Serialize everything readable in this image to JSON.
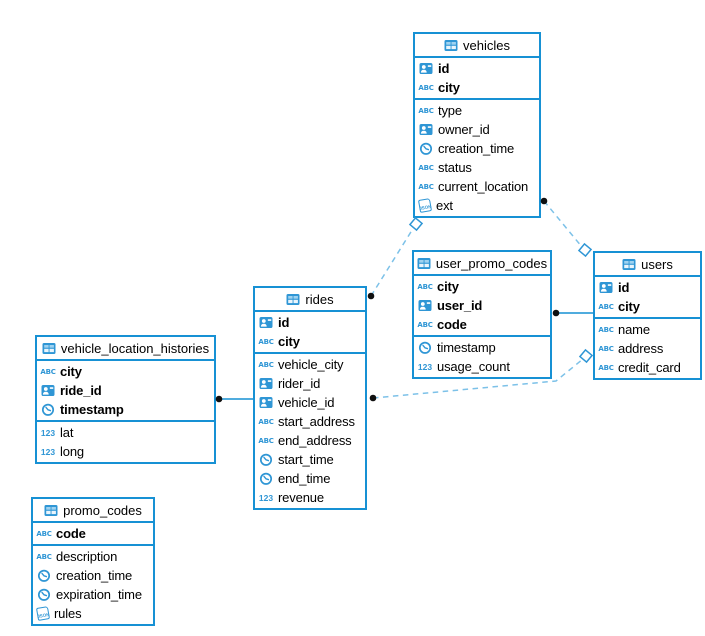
{
  "icons": {
    "text_label": "ABC",
    "number_label": "123",
    "json_label": "JSON"
  },
  "colors": {
    "table_border": "#1791d4",
    "icon_blue": "#2f96d5",
    "dashed_line": "#7cc1e8",
    "connector_dot": "#101010",
    "background": "#ffffff"
  },
  "tables": {
    "vehicles": {
      "title": "vehicles",
      "pk": [
        {
          "name": "id",
          "type": "user"
        },
        {
          "name": "city",
          "type": "text"
        }
      ],
      "cols": [
        {
          "name": "type",
          "type": "text"
        },
        {
          "name": "owner_id",
          "type": "user"
        },
        {
          "name": "creation_time",
          "type": "time"
        },
        {
          "name": "status",
          "type": "text"
        },
        {
          "name": "current_location",
          "type": "text"
        },
        {
          "name": "ext",
          "type": "json"
        }
      ]
    },
    "user_promo_codes": {
      "title": "user_promo_codes",
      "pk": [
        {
          "name": "city",
          "type": "text"
        },
        {
          "name": "user_id",
          "type": "user"
        },
        {
          "name": "code",
          "type": "text"
        }
      ],
      "cols": [
        {
          "name": "timestamp",
          "type": "time"
        },
        {
          "name": "usage_count",
          "type": "number"
        }
      ]
    },
    "users": {
      "title": "users",
      "pk": [
        {
          "name": "id",
          "type": "user"
        },
        {
          "name": "city",
          "type": "text"
        }
      ],
      "cols": [
        {
          "name": "name",
          "type": "text"
        },
        {
          "name": "address",
          "type": "text"
        },
        {
          "name": "credit_card",
          "type": "text"
        }
      ]
    },
    "rides": {
      "title": "rides",
      "pk": [
        {
          "name": "id",
          "type": "user"
        },
        {
          "name": "city",
          "type": "text"
        }
      ],
      "cols": [
        {
          "name": "vehicle_city",
          "type": "text"
        },
        {
          "name": "rider_id",
          "type": "user"
        },
        {
          "name": "vehicle_id",
          "type": "user"
        },
        {
          "name": "start_address",
          "type": "text"
        },
        {
          "name": "end_address",
          "type": "text"
        },
        {
          "name": "start_time",
          "type": "time"
        },
        {
          "name": "end_time",
          "type": "time"
        },
        {
          "name": "revenue",
          "type": "number"
        }
      ]
    },
    "vehicle_location_histories": {
      "title": "vehicle_location_histories",
      "pk": [
        {
          "name": "city",
          "type": "text"
        },
        {
          "name": "ride_id",
          "type": "user"
        },
        {
          "name": "timestamp",
          "type": "time"
        }
      ],
      "cols": [
        {
          "name": "lat",
          "type": "number"
        },
        {
          "name": "long",
          "type": "number"
        }
      ]
    },
    "promo_codes": {
      "title": "promo_codes",
      "pk": [
        {
          "name": "code",
          "type": "text"
        }
      ],
      "cols": [
        {
          "name": "description",
          "type": "text"
        },
        {
          "name": "creation_time",
          "type": "time"
        },
        {
          "name": "expiration_time",
          "type": "time"
        },
        {
          "name": "rules",
          "type": "json"
        }
      ]
    }
  },
  "connections": [
    {
      "from": "vehicle_location_histories",
      "to": "rides",
      "style": "solid"
    },
    {
      "from": "user_promo_codes",
      "to": "users",
      "style": "solid"
    },
    {
      "from": "rides",
      "to": "vehicles",
      "style": "dashed"
    },
    {
      "from": "vehicles",
      "to": "users",
      "style": "dashed"
    },
    {
      "from": "rides",
      "to": "users",
      "style": "dashed"
    }
  ]
}
